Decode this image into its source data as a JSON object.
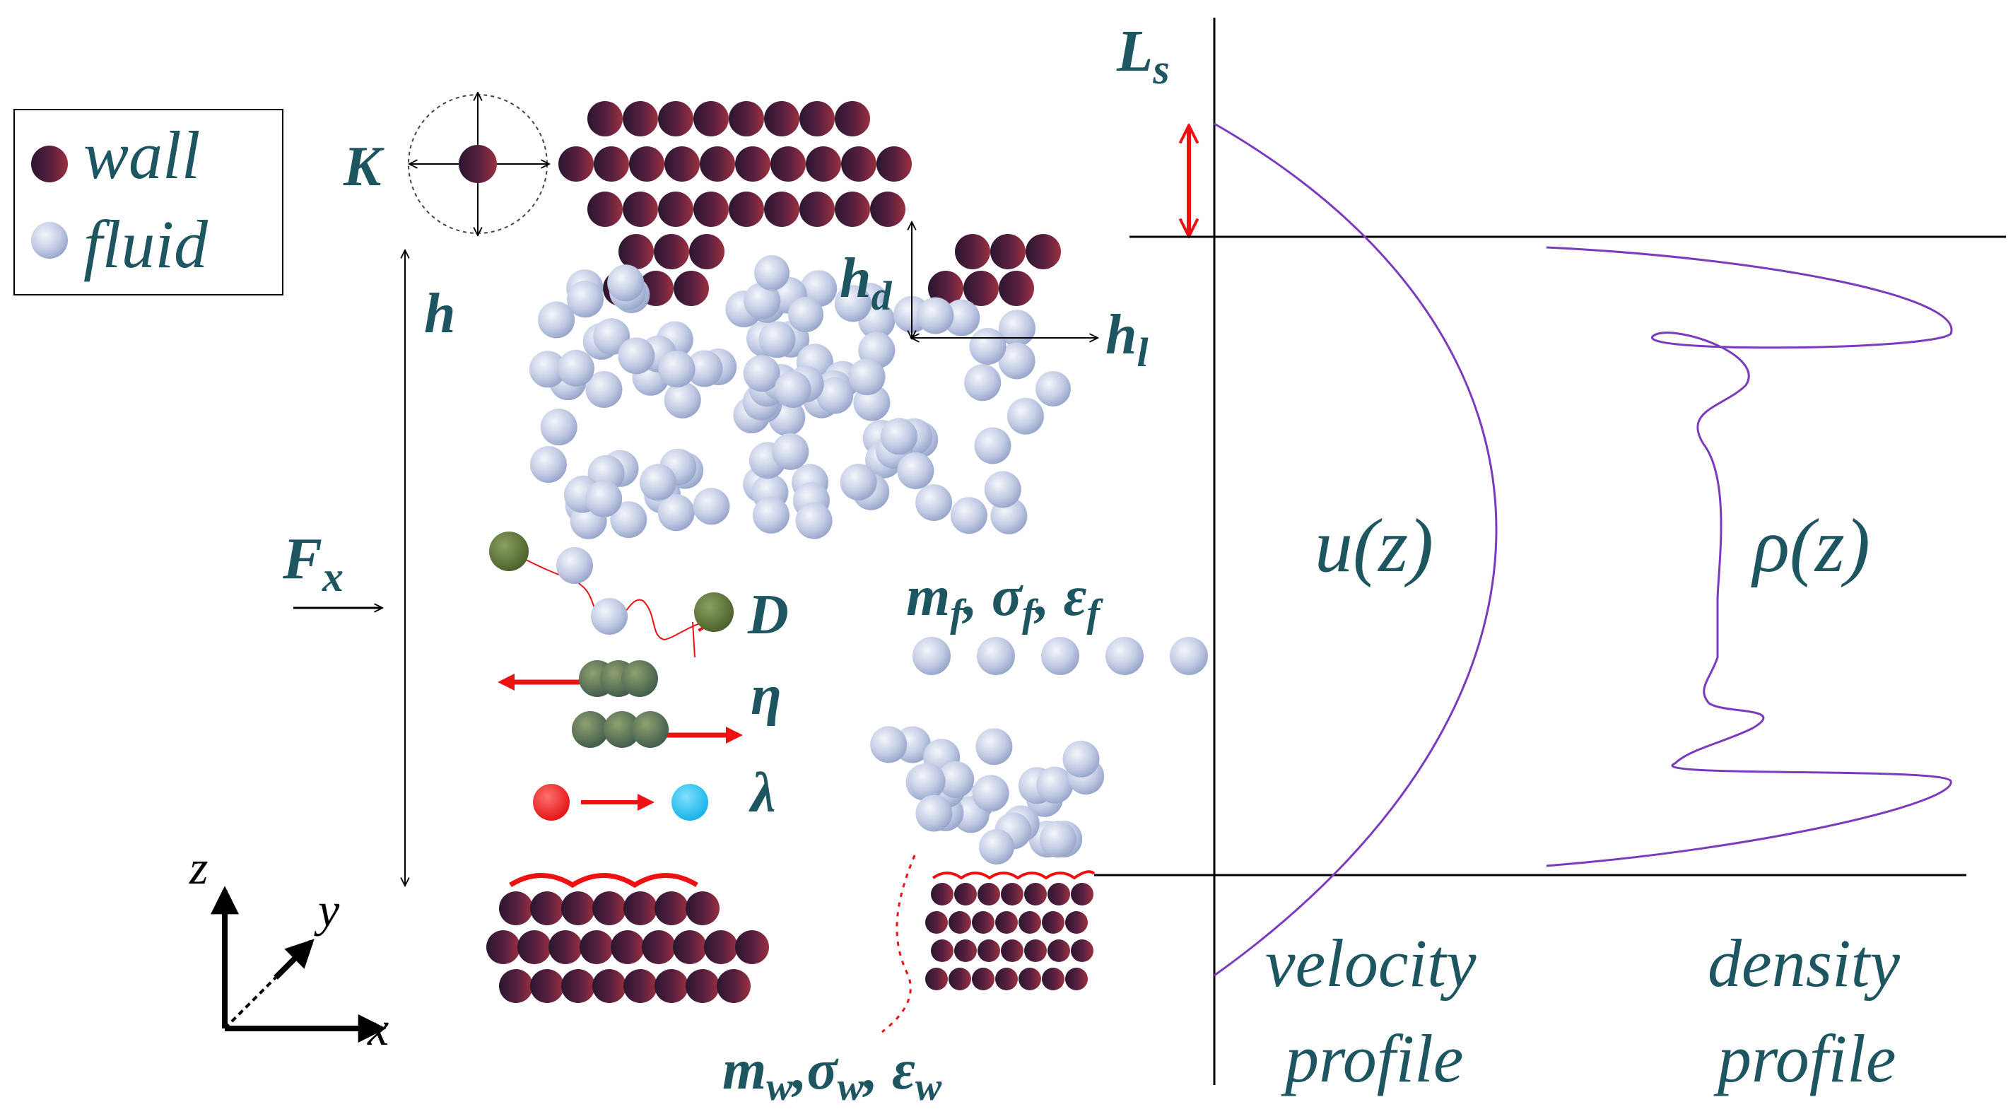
{
  "legend": {
    "wall_label": "wall",
    "fluid_label": "fluid",
    "wall_icon": "wall-particle-icon",
    "fluid_icon": "fluid-particle-icon"
  },
  "symbols": {
    "K": "K",
    "h": "h",
    "h_d": "h",
    "h_d_sub": "d",
    "h_l": "h",
    "h_l_sub": "l",
    "L_s": "L",
    "L_s_sub": "s",
    "F_x": "F",
    "F_x_sub": "x",
    "D": "D",
    "eta": "η",
    "lambda": "λ",
    "fluid_params": {
      "m": "m",
      "m_sub": "f",
      "sigma": "σ",
      "sigma_sub": "f",
      "eps": "ε",
      "eps_sub": "f",
      "sep": ","
    },
    "wall_params": {
      "m": "m",
      "m_sub": "w",
      "sigma": "σ",
      "sigma_sub": "w",
      "eps": "ε",
      "eps_sub": "w",
      "sep": ","
    }
  },
  "profiles": {
    "velocity_curve_label": "u(z)",
    "density_curve_label": "ρ(z)",
    "velocity_caption_1": "velocity",
    "velocity_caption_2": "profile",
    "density_caption_1": "density",
    "density_caption_2": "profile"
  },
  "axes": {
    "z": "z",
    "y": "y",
    "x": "x"
  },
  "colors": {
    "text": "#1d5560",
    "curve": "#7a3bbf",
    "arrow_red": "#ee1111",
    "wall_dark": "#2a1630",
    "wall_red": "#8a2a3a",
    "fluid_light": "#e8ecf6",
    "fluid_mid": "#a6b2d4",
    "diffusing": "#556b2f",
    "hot": "#ff2020",
    "cold": "#20b8f0"
  }
}
